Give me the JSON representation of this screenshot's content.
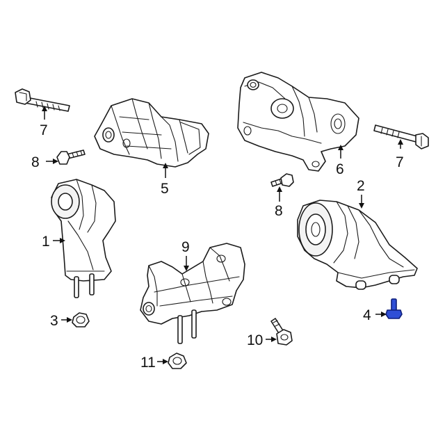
{
  "callouts": [
    {
      "id": "c1",
      "label": "1"
    },
    {
      "id": "c2",
      "label": "2"
    },
    {
      "id": "c3",
      "label": "3"
    },
    {
      "id": "c4",
      "label": "4"
    },
    {
      "id": "c5",
      "label": "5"
    },
    {
      "id": "c6",
      "label": "6"
    },
    {
      "id": "c7a",
      "label": "7"
    },
    {
      "id": "c7b",
      "label": "7"
    },
    {
      "id": "c8a",
      "label": "8"
    },
    {
      "id": "c8b",
      "label": "8"
    },
    {
      "id": "c9",
      "label": "9"
    },
    {
      "id": "c10",
      "label": "10"
    },
    {
      "id": "c11",
      "label": "11"
    }
  ],
  "colors": {
    "line": "#1a1a1a",
    "highlight": "#2f4fd6",
    "background": "#ffffff"
  }
}
